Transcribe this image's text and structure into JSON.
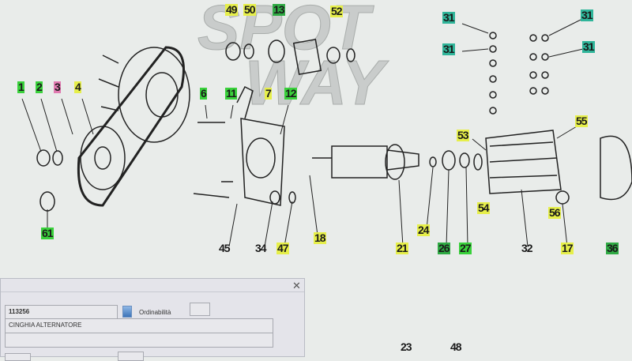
{
  "watermark": [
    "SPOT",
    "WAY"
  ],
  "labels": [
    {
      "text": "49",
      "c": "y"
    },
    {
      "text": "50",
      "c": "y"
    },
    {
      "text": "13",
      "c": "dg"
    },
    {
      "text": "52",
      "c": "y"
    },
    {
      "text": "31",
      "c": "t"
    },
    {
      "text": "31",
      "c": "t"
    },
    {
      "text": "31",
      "c": "t"
    },
    {
      "text": "31",
      "c": "t"
    },
    {
      "text": "1",
      "c": "g"
    },
    {
      "text": "2",
      "c": "g"
    },
    {
      "text": "3",
      "c": "p"
    },
    {
      "text": "4",
      "c": "y"
    },
    {
      "text": "6",
      "c": "g"
    },
    {
      "text": "11",
      "c": "g"
    },
    {
      "text": "7",
      "c": "y"
    },
    {
      "text": "12",
      "c": "g"
    },
    {
      "text": "53",
      "c": "y"
    },
    {
      "text": "55",
      "c": "y"
    },
    {
      "text": "54",
      "c": "y"
    },
    {
      "text": "56",
      "c": "y"
    },
    {
      "text": "61",
      "c": "g"
    },
    {
      "text": "45",
      "c": ""
    },
    {
      "text": "34",
      "c": ""
    },
    {
      "text": "47",
      "c": "y"
    },
    {
      "text": "18",
      "c": "y"
    },
    {
      "text": "21",
      "c": "y"
    },
    {
      "text": "24",
      "c": "y"
    },
    {
      "text": "26",
      "c": "dg"
    },
    {
      "text": "27",
      "c": "g"
    },
    {
      "text": "32",
      "c": ""
    },
    {
      "text": "17",
      "c": "y"
    },
    {
      "text": "36",
      "c": "dg"
    },
    {
      "text": "23",
      "c": ""
    },
    {
      "text": "48",
      "c": ""
    }
  ],
  "dialog": {
    "close": "✕",
    "code": "113256",
    "ordinabilita_label": "Ordinabilità",
    "description": "CINGHIA ALTERNATORE"
  }
}
